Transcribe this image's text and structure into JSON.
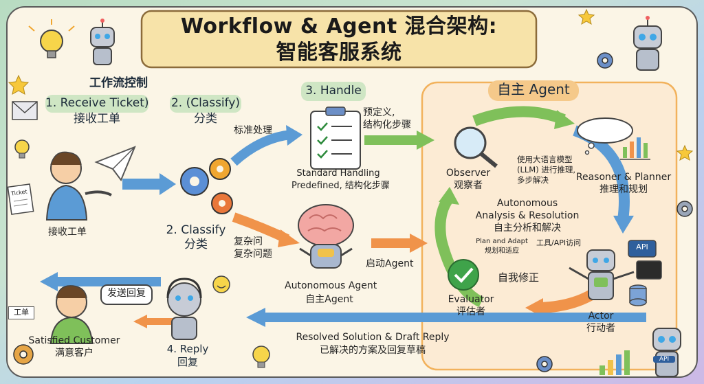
{
  "title": {
    "line1": "Workflow & Agent 混合架构:",
    "line2": "智能客服系统"
  },
  "workflow": {
    "control_label": "工作流控制",
    "step1": {
      "en": "1. Receive Ticket)",
      "zh": "接收工单"
    },
    "step2": {
      "en": "2. (Classify)",
      "zh": "分类"
    },
    "step3": {
      "en": "3. Handle"
    },
    "standard_label": "标准处理",
    "predefined_note": {
      "line1": "预定义,",
      "line2": "结构化步骤"
    },
    "standard_handling": {
      "line1": "Standard Handling",
      "line2": "Predefined, 结构化步骤"
    },
    "receive_ticket_zh": "接收工单",
    "classify": {
      "en": "2. Classify",
      "zh": "分类"
    },
    "complex": {
      "line1": "复杂问",
      "line2": "复杂问题"
    },
    "autonomous_agent": {
      "en": "Autonomous Agent",
      "zh": "自主Agent"
    },
    "launch_agent": "启动Agent",
    "reply": {
      "en": "4. Reply",
      "zh": "回复"
    },
    "customer": {
      "en": "Satisfied Customer",
      "zh": "满意客户"
    },
    "send_reply": "发送回复",
    "resolved": {
      "line1": "Resolved Solution & Draft Reply",
      "line2": "已解决的方案及回复草稿"
    },
    "ticket_tag": "工单",
    "paper_ticket": "Ticket"
  },
  "agent": {
    "title": "自主 Agent",
    "observer": {
      "en": "Observer",
      "zh": "观察者"
    },
    "llm_note": {
      "line1": "使用大语言模型",
      "line2": "(LLM) 进行推理,",
      "line3": "多步解决"
    },
    "reasoner": {
      "en": "Reasoner & Planner",
      "zh": "推理和规划"
    },
    "analysis": {
      "line1": "Autonomous",
      "line2": "Analysis & Resolution",
      "line3": "自主分析和解决"
    },
    "plan_adapt": {
      "en": "Plan and Adapt",
      "zh": "规划和适应"
    },
    "tools": "工具/API访问",
    "api_label": "API",
    "self_correct": "自我修正",
    "evaluator": {
      "en": "Evaluator",
      "zh": "评估者"
    },
    "actor": {
      "en": "Actor",
      "zh": "行动者"
    },
    "api_robot": "API"
  },
  "colors": {
    "blue": "#5b9bd5",
    "green": "#7fc05a",
    "orange": "#f0934a",
    "frame": "#f3d7a6"
  }
}
